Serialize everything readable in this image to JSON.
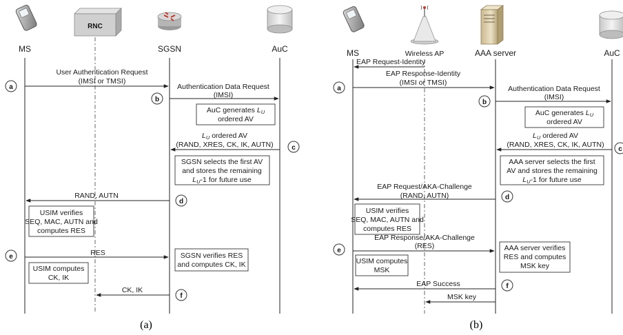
{
  "panel_a": {
    "caption": "(a)",
    "entities": {
      "ms": "MS",
      "rnc": "RNC",
      "sgsn": "SGSN",
      "auc": "AuC"
    },
    "steps": [
      "a",
      "b",
      "c",
      "d",
      "e",
      "f"
    ],
    "messages": {
      "m1a": "User Authentication Request",
      "m1b": "(IMSI or TMSI)",
      "m2a": "Authentication Data Request",
      "m2b": "(IMSI)",
      "m3a": "ordered AV",
      "m3b": "(RAND, XRES, CK, IK, AUTN)",
      "m4": "RAND, AUTN",
      "m5": "RES",
      "m6": "CK, IK"
    },
    "notes": {
      "auc_gen_1": "AuC generates",
      "auc_gen_2": "ordered AV",
      "sgsn_sel_1": "SGSN selects the first AV",
      "sgsn_sel_2": "and stores the remaining",
      "sgsn_sel_3": "-1 for future use",
      "usim_ver_1": "USIM verifies",
      "usim_ver_2": "SEQ, MAC, AUTN and",
      "usim_ver_3": "computes RES",
      "sgsn_ver_1": "SGSN verifies RES",
      "sgsn_ver_2": "and computes CK, IK",
      "usim_comp_1": "USIM computes",
      "usim_comp_2": "CK, IK"
    }
  },
  "panel_b": {
    "caption": "(b)",
    "entities": {
      "ms": "MS",
      "ap": "Wireless AP",
      "aaa": "AAA server",
      "auc": "AuC"
    },
    "steps": [
      "a",
      "b",
      "c",
      "d",
      "e",
      "f"
    ],
    "messages": {
      "m0": "EAP Request-Identity",
      "m1a": "EAP Response-Identity",
      "m1b": "(IMSI or TMSI)",
      "m2a": "Authentication Data Request",
      "m2b": "(IMSI)",
      "m3a": "ordered AV",
      "m3b": "(RAND, XRES, CK, IK, AUTN)",
      "m4a": "EAP Request/AKA-Challenge",
      "m4b": "(RAND, AUTN)",
      "m5a": "EAP Response/AKA-Challenge",
      "m5b": "(RES)",
      "m6": "EAP Success",
      "m7": "MSK key"
    },
    "notes": {
      "auc_gen_1": "AuC generates",
      "auc_gen_2": "ordered AV",
      "aaa_sel_1": "AAA server selects the first",
      "aaa_sel_2": "AV and stores the remaining",
      "aaa_sel_3": "-1 for future use",
      "usim_ver_1": "USIM verifies",
      "usim_ver_2": "SEQ, MAC, AUTN and",
      "usim_ver_3": "computes RES",
      "aaa_ver_1": "AAA server verifies",
      "aaa_ver_2": "RES and computes",
      "aaa_ver_3": "MSK key",
      "usim_comp_1": "USIM computes",
      "usim_comp_2": "MSK"
    }
  },
  "lu_symbol": {
    "base": "L",
    "sub": "U"
  },
  "colors": {
    "line": "#222222",
    "router_red": "#c0392b",
    "server_tan": "#d9c9a3"
  }
}
